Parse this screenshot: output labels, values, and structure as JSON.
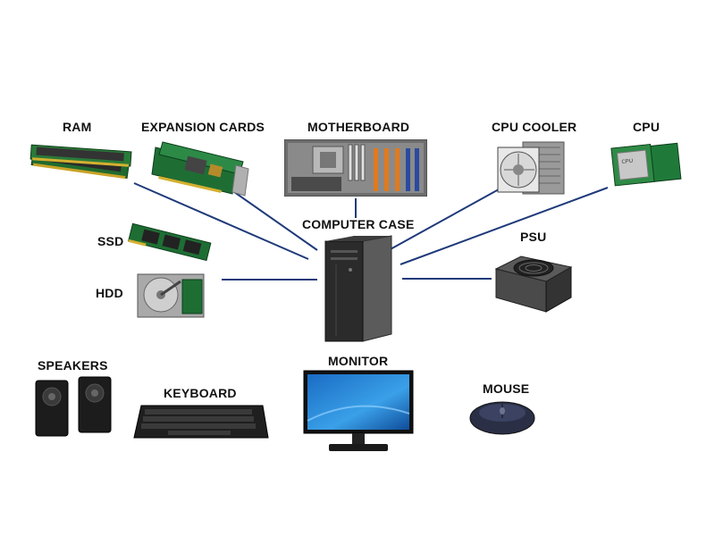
{
  "labels": {
    "ram": "RAM",
    "expansion_cards": "EXPANSION CARDS",
    "motherboard": "MOTHERBOARD",
    "cpu_cooler": "CPU COOLER",
    "cpu": "CPU",
    "ssd": "SSD",
    "hdd": "HDD",
    "computer_case": "COMPUTER CASE",
    "psu": "PSU",
    "speakers": "SPEAKERS",
    "keyboard": "KEYBOARD",
    "monitor": "MONITOR",
    "mouse": "MOUSE"
  },
  "colors": {
    "connector": "#1f3a7a"
  }
}
